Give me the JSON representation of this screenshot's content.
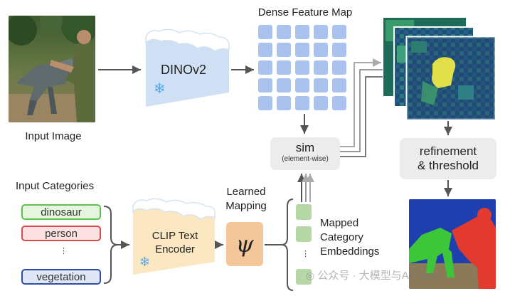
{
  "input_image_label": "Input Image",
  "dinov2_label": "DINOv2",
  "dense_feature_map_label": "Dense Feature Map",
  "sim_label": "sim",
  "sim_sublabel": "(element-wise)",
  "refinement_label_1": "refinement",
  "refinement_label_2": "& threshold",
  "input_categories_label": "Input Categories",
  "categories": [
    "dinosaur",
    "person",
    "vegetation"
  ],
  "categories_ellipsis": "⋮",
  "clip_label_1": "CLIP Text",
  "clip_label_2": "Encoder",
  "learned_mapping_1": "Learned",
  "learned_mapping_2": "Mapping",
  "psi_symbol": "ψ",
  "mapped_1": "Mapped",
  "mapped_2": "Category",
  "mapped_3": "Embeddings",
  "embeddings_ellipsis": "⋮",
  "watermark": "公众号 · 大模型与AI Tech",
  "icons": {
    "frozen": "snowflake-icon",
    "snow_cap": "snow-cap-icon"
  },
  "colors": {
    "dinosaur": "#5cc24f",
    "person": "#d94a4a",
    "vegetation": "#2f4fa8",
    "dino_box": "#cfe0f4",
    "clip_box": "#fbe7c2",
    "mapping_box": "#f4c79a",
    "feature_cell": "#a9c3ee",
    "embedding_cell": "#b6d8a6",
    "arrow": "#555555"
  }
}
